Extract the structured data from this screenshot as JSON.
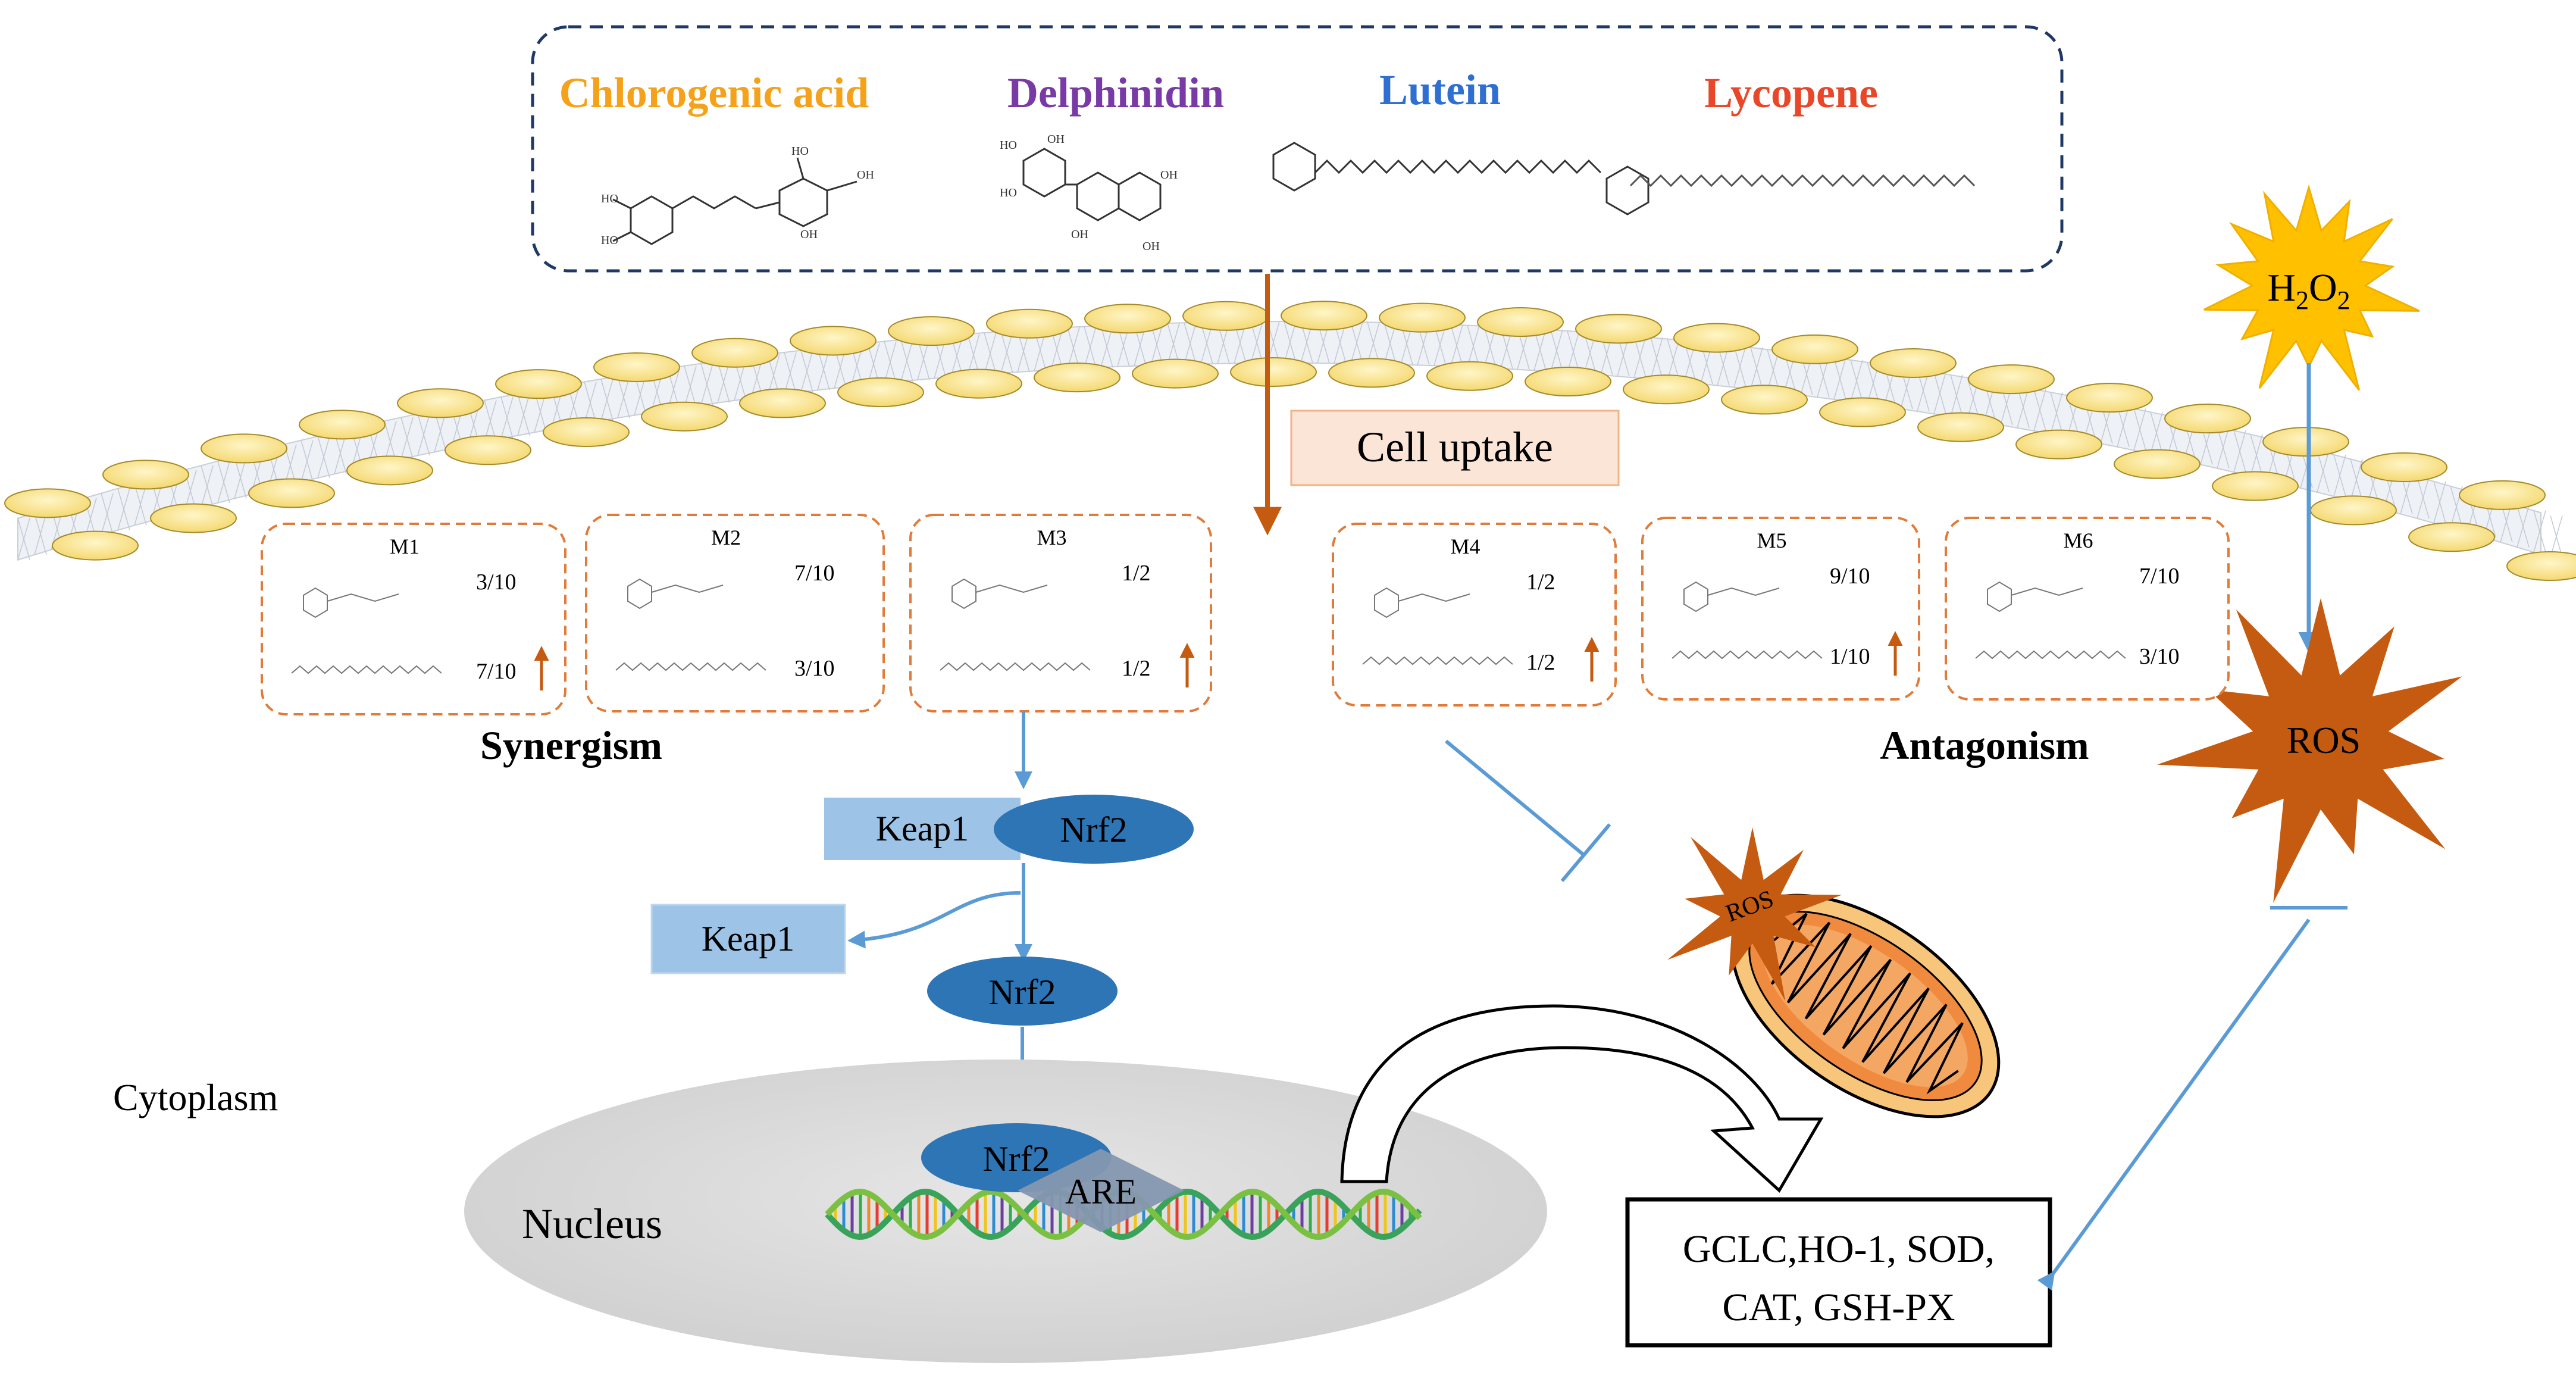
{
  "compounds": [
    {
      "name": "Chlorogenic acid",
      "color": "#f5a21a"
    },
    {
      "name": "Delphinidin",
      "color": "#7a3aa6"
    },
    {
      "name": "Lutein",
      "color": "#2e6fd1"
    },
    {
      "name": "Lycopene",
      "color": "#e8472a"
    }
  ],
  "cell_uptake": "Cell uptake",
  "mixtures": [
    {
      "label": "M1",
      "top_ratio": "3/10",
      "bottom_ratio": "7/10",
      "group": "synergism"
    },
    {
      "label": "M2",
      "top_ratio": "7/10",
      "bottom_ratio": "3/10",
      "group": "synergism"
    },
    {
      "label": "M3",
      "top_ratio": "1/2",
      "bottom_ratio": "1/2",
      "group": "synergism"
    },
    {
      "label": "M4",
      "top_ratio": "1/2",
      "bottom_ratio": "1/2",
      "group": "antagonism"
    },
    {
      "label": "M5",
      "top_ratio": "9/10",
      "bottom_ratio": "1/10",
      "group": "antagonism"
    },
    {
      "label": "M6",
      "top_ratio": "7/10",
      "bottom_ratio": "3/10",
      "group": "antagonism"
    }
  ],
  "synergism_label": "Synergism",
  "antagonism_label": "Antagonism",
  "h2o2": {
    "prefix": "H",
    "sub1": "2",
    "mid": "O",
    "sub2": "2"
  },
  "ros_label": "ROS",
  "ros_small_label": "ROS",
  "keap1": "Keap1",
  "nrf2": "Nrf2",
  "are": "ARE",
  "cytoplasm": "Cytoplasm",
  "nucleus": "Nucleus",
  "genes": {
    "line1": "GCLC,HO-1, SOD,",
    "line2": "CAT, GSH-PX"
  },
  "colors": {
    "arrow_orange": "#c55a11",
    "arrow_blue": "#5b9bd5",
    "keap1_fill": "#9dc3e6",
    "nrf2_fill": "#2e75b6",
    "are_fill": "#8497b0",
    "ros_fill": "#c55a11",
    "h2o2_fill": "#ffc000",
    "membrane_head": "#fbe89a",
    "nucleus_fill": "#d9d9d9",
    "cell_uptake_bg": "#fbe5d6"
  }
}
